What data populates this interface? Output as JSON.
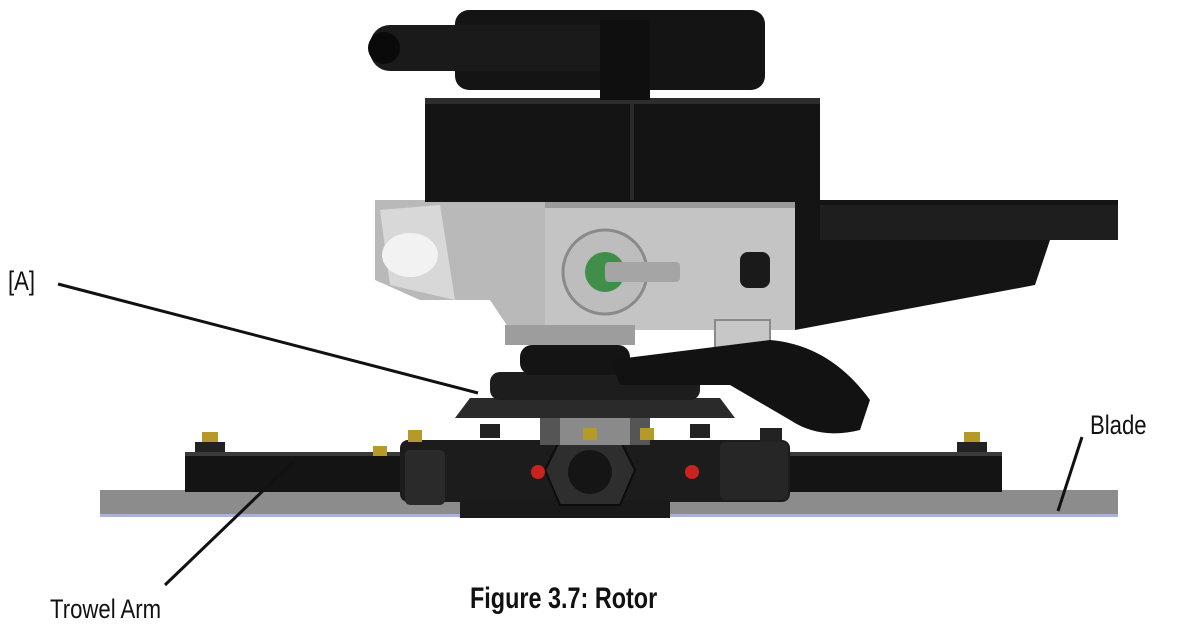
{
  "labels": {
    "a": "[A]",
    "blade": "Blade",
    "trowel_arm": "Trowel Arm"
  },
  "caption": "Figure 3.7: Rotor",
  "colors": {
    "body_black": "#141414",
    "dark_gray": "#2a2a2a",
    "aluminum": "#b9b9b9",
    "aluminum_light": "#d8d8d8",
    "blade_gray": "#8c8c8c",
    "bolt_gold": "#b59a2a",
    "fitting_red": "#c8241f",
    "shaft_green": "#3f8f4a"
  }
}
